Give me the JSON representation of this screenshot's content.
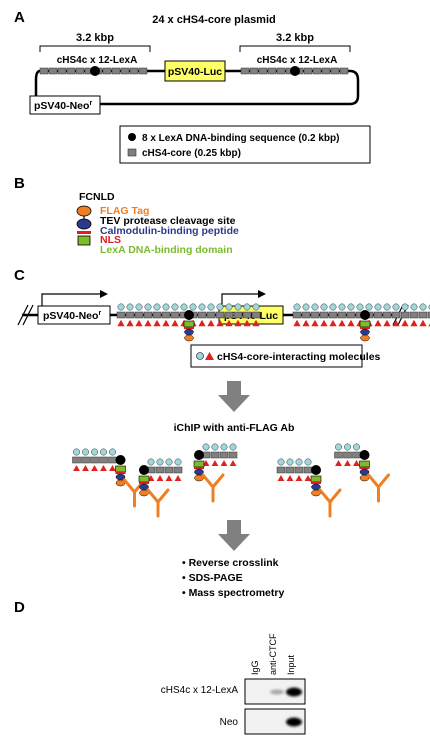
{
  "panels": {
    "a": {
      "letter": "A",
      "title": "24 x cHS4-core plasmid",
      "kbp_left": "3.2 kbp",
      "kbp_right": "3.2 kbp",
      "block_left": "cHS4c x 12-LexA",
      "block_right": "cHS4c x 12-LexA",
      "luc": "pSV40-Luc",
      "neo": "pSV40-Neo",
      "neo_sup": "r",
      "legend_lexa": "8 x LexA DNA-binding sequence (0.2 kbp)",
      "legend_core": "cHS4-core (0.25 kbp)"
    },
    "b": {
      "letter": "B",
      "title": "FCNLD",
      "items": [
        {
          "text": "FLAG Tag",
          "color": "#f07f22"
        },
        {
          "text": "TEV protease cleavage site",
          "color": "#000000"
        },
        {
          "text": "Calmodulin-binding peptide",
          "color": "#2b3a8c"
        },
        {
          "text": "NLS",
          "color": "#e31b23"
        },
        {
          "text": "LexA DNA-binding domain",
          "color": "#7dbb2c"
        }
      ]
    },
    "c": {
      "letter": "C",
      "neo": "pSV40-Neo",
      "neo_sup": "r",
      "luc": "pSV40-Luc",
      "interacting": "cHS4-core-interacting molecules",
      "ichip": "iChIP with anti-FLAG Ab",
      "steps": [
        "Reverse crosslink",
        "SDS-PAGE",
        "Mass spectrometry"
      ]
    },
    "d": {
      "letter": "D",
      "lanes": [
        "IgG",
        "anti-CTCF",
        "Input"
      ],
      "rows": [
        "cHS4c x 12-LexA",
        "Neo"
      ]
    }
  },
  "colors": {
    "luc_fill": "#ffff66",
    "flag": "#f07f22",
    "calmodulin": "#2b3a8c",
    "nls": "#e31b23",
    "lexa": "#7dbb2c",
    "teal": "#9fd8dc",
    "red_tri": "#e0221f",
    "antibody": "#f07f22",
    "arrow": "#808080",
    "core_gray": "#808080"
  }
}
